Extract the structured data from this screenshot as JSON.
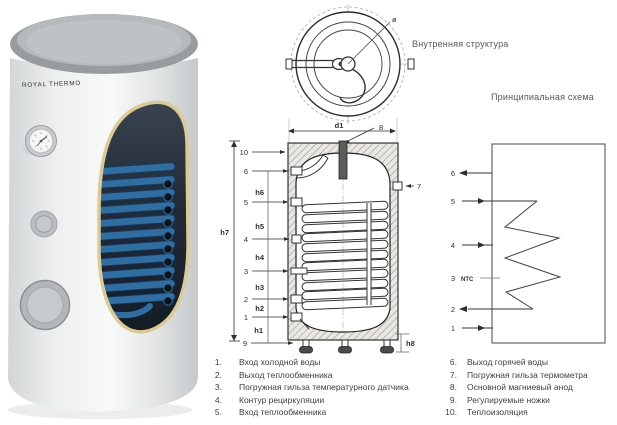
{
  "product": {
    "brand": "ROYAL THERMO"
  },
  "top_view": {
    "title": "Внутренняя структура",
    "dia_label": "ø"
  },
  "cross_section": {
    "callouts": {
      "c1": "1",
      "c2": "2",
      "c3": "3",
      "c4": "4",
      "c5": "5",
      "c6": "6",
      "c7": "7",
      "c8": "8",
      "c9": "9",
      "c10": "10"
    },
    "dims": {
      "d1": "d1",
      "h1": "h1",
      "h2": "h2",
      "h3": "h3",
      "h4": "h4",
      "h5": "h5",
      "h6": "h6",
      "h7": "h7",
      "h8": "h8"
    }
  },
  "schematic": {
    "title": "Принципиальная схема",
    "ntc_label": "NTC",
    "ports": {
      "p1": "1",
      "p2": "2",
      "p3": "3",
      "p4": "4",
      "p5": "5",
      "p6": "6"
    }
  },
  "legend": {
    "left": [
      {
        "num": "1.",
        "text": "Вход холодной воды"
      },
      {
        "num": "2.",
        "text": "Выход теплообменника"
      },
      {
        "num": "3.",
        "text": "Погружная гильза температурного датчика"
      },
      {
        "num": "4.",
        "text": "Контур рециркуляции"
      },
      {
        "num": "5.",
        "text": "Вход теплообменника"
      }
    ],
    "right": [
      {
        "num": "6.",
        "text": "Выход горячей воды"
      },
      {
        "num": "7.",
        "text": "Погружная гильза термометра"
      },
      {
        "num": "8.",
        "text": "Основной магниевый анод"
      },
      {
        "num": "9.",
        "text": "Регулируемые ножки"
      },
      {
        "num": "10.",
        "text": "Теплоизоляция"
      }
    ]
  },
  "colors": {
    "coil_blue": "#2f6ea3",
    "insulation_cream": "#dcc993",
    "cavity_navy": "#1b2531",
    "line_dark": "#2e2e2e"
  }
}
